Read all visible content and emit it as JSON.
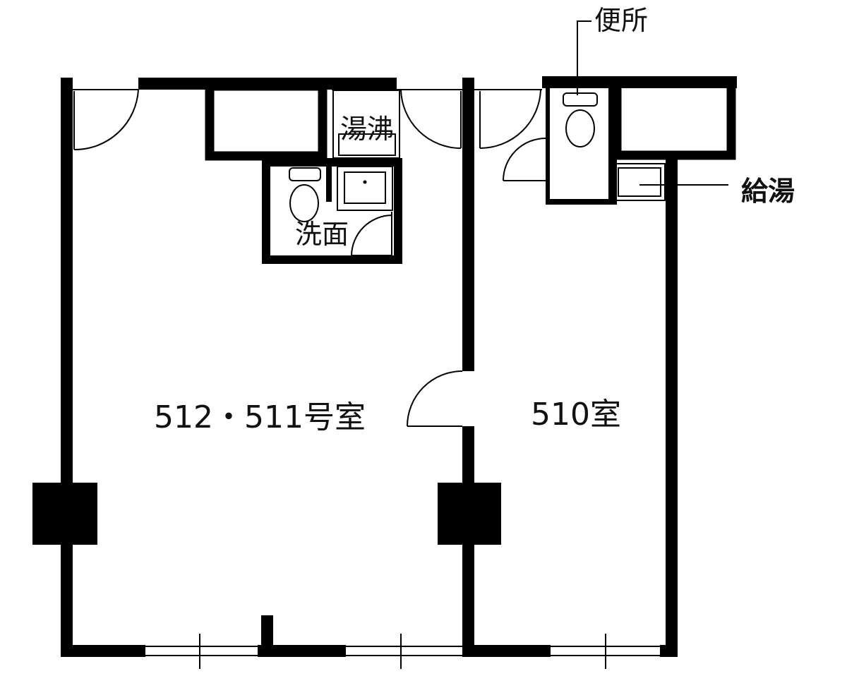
{
  "labels": {
    "room_512_511": "512・511号室",
    "room_510": "510室",
    "benjo": "便所",
    "yuwakashi": "湯沸",
    "senmen": "洗面",
    "kyuto": "給湯"
  },
  "colors": {
    "wall": "#000000",
    "background": "#ffffff"
  }
}
